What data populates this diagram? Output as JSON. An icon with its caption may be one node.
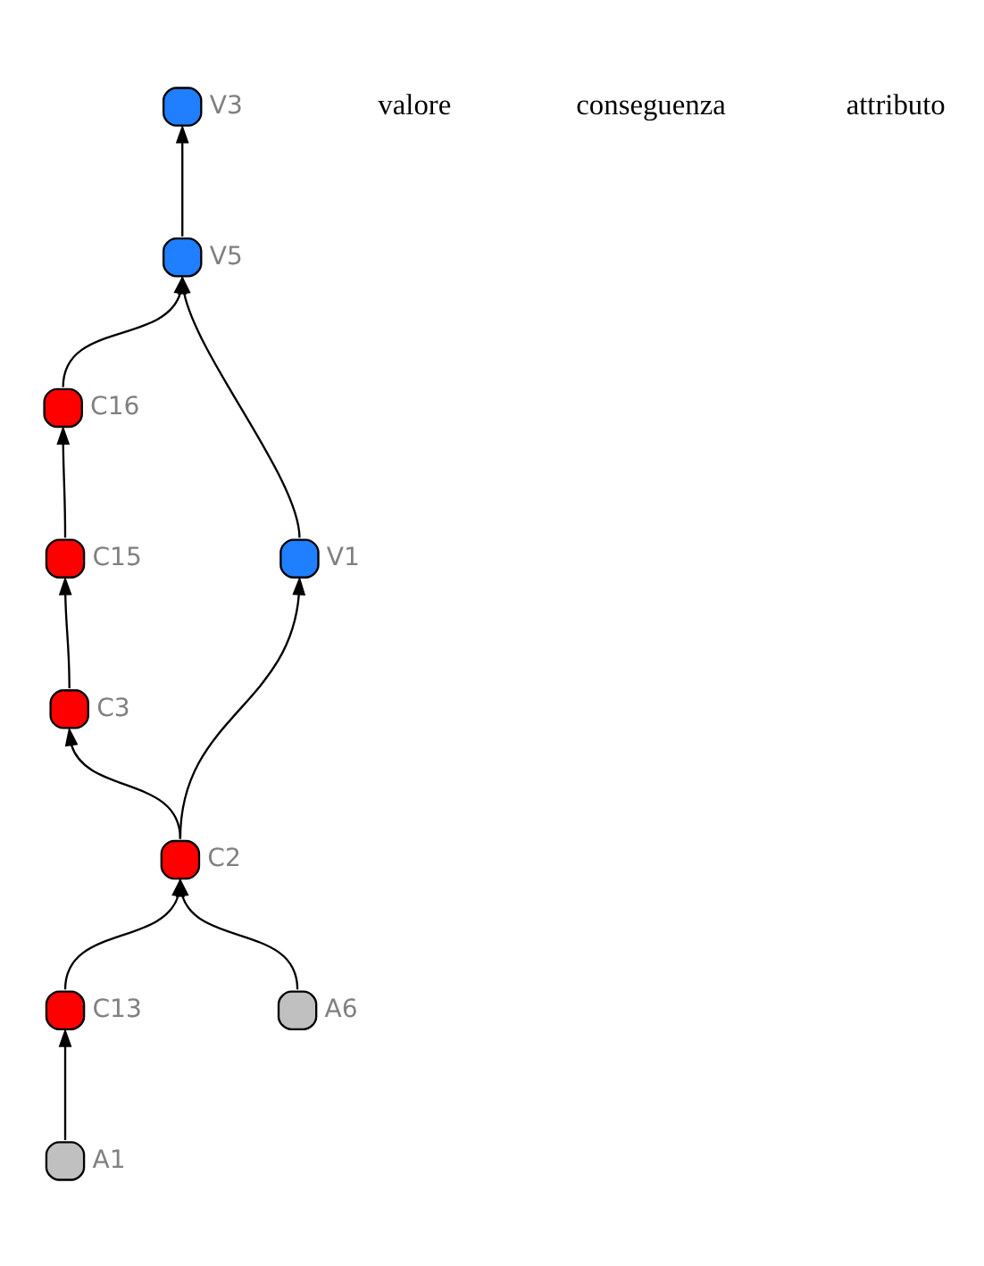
{
  "diagram": {
    "nodes": [
      {
        "text": [],
        "shape": "circle",
        "beside": [
          "V3"
        ]
      },
      {
        "text": [],
        "shape": "circle",
        "beside": [
          "V5"
        ]
      },
      {
        "text": [],
        "shape": "circle",
        "beside": [
          "V1"
        ]
      },
      {
        "text": [],
        "shape": "circle",
        "beside": [
          "C16"
        ]
      },
      {
        "text": [],
        "shape": "circle",
        "beside": [
          "C15"
        ]
      },
      {
        "text": [],
        "shape": "circle",
        "beside": [
          "C3"
        ]
      },
      {
        "text": [],
        "shape": "circle",
        "beside": [
          "C2"
        ]
      },
      {
        "text": [],
        "shape": "circle",
        "beside": [
          "C13"
        ]
      },
      {
        "text": [],
        "shape": "circle",
        "beside": [
          "A1"
        ]
      },
      {
        "text": [],
        "shape": "circle",
        "beside": [
          "A6"
        ]
      }
    ],
    "edges": [
      {
        "from": 1,
        "to": 0,
        "arrow": "to"
      },
      {
        "from": 2,
        "to": 1,
        "arrow": "to"
      },
      {
        "from": 3,
        "to": 1,
        "arrow": "to"
      },
      {
        "from": 4,
        "to": 3,
        "arrow": "to"
      },
      {
        "from": 5,
        "to": 4,
        "arrow": "to"
      },
      {
        "from": 6,
        "to": 5,
        "arrow": "to"
      },
      {
        "from": 6,
        "to": 2,
        "arrow": "to"
      },
      {
        "from": 7,
        "to": 6,
        "arrow": "to"
      },
      {
        "from": 9,
        "to": 6,
        "arrow": "to"
      },
      {
        "from": 8,
        "to": 7,
        "arrow": "to"
      }
    ],
    "labels": [
      "valore",
      "conseguenza",
      "attributo"
    ]
  }
}
